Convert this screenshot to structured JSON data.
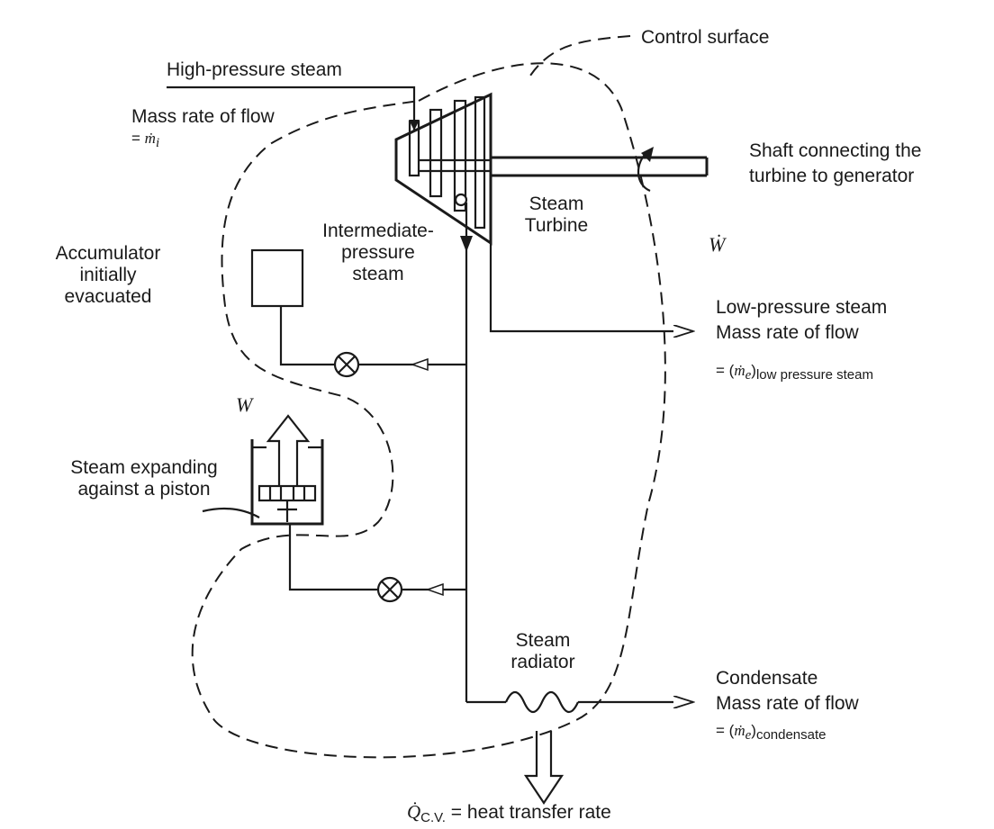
{
  "labels": {
    "control_surface": "Control surface",
    "high_pressure_steam": "High-pressure steam",
    "mass_rate_inlet_line1": "Mass rate of flow",
    "mass_rate_inlet_line2_eq": "=",
    "mass_rate_inlet_line2_sym": "ṁ",
    "mass_rate_inlet_line2_sub": "i",
    "shaft_line1": "Shaft connecting the",
    "shaft_line2": "turbine to generator",
    "steam_turbine_line1": "Steam",
    "steam_turbine_line2": "Turbine",
    "work_rate_symbol": "Ẇ",
    "intermediate_line1": "Intermediate-",
    "intermediate_line2": "pressure",
    "intermediate_line3": "steam",
    "accumulator_line1": "Accumulator",
    "accumulator_line2": "initially",
    "accumulator_line3": "evacuated",
    "low_pressure_line1": "Low-pressure steam",
    "low_pressure_line2": "Mass rate of flow",
    "low_pressure_line3_eq": "= (",
    "low_pressure_line3_sym": "ṁ",
    "low_pressure_line3_sub_e": "e",
    "low_pressure_line3_close": ")",
    "low_pressure_line3_sub": "low pressure steam",
    "work_symbol": "W",
    "piston_line1": "Steam expanding",
    "piston_line2": "against a piston",
    "radiator_line1": "Steam",
    "radiator_line2": "radiator",
    "condensate_line1": "Condensate",
    "condensate_line2": "Mass rate of flow",
    "condensate_line3_eq": "= (",
    "condensate_line3_sym": "ṁ",
    "condensate_line3_sub_e": "e",
    "condensate_line3_close": ")",
    "condensate_line3_sub": "condensate",
    "heat_symbol": "Q̇",
    "heat_sub": "C.V.",
    "heat_text": " = heat transfer rate"
  }
}
